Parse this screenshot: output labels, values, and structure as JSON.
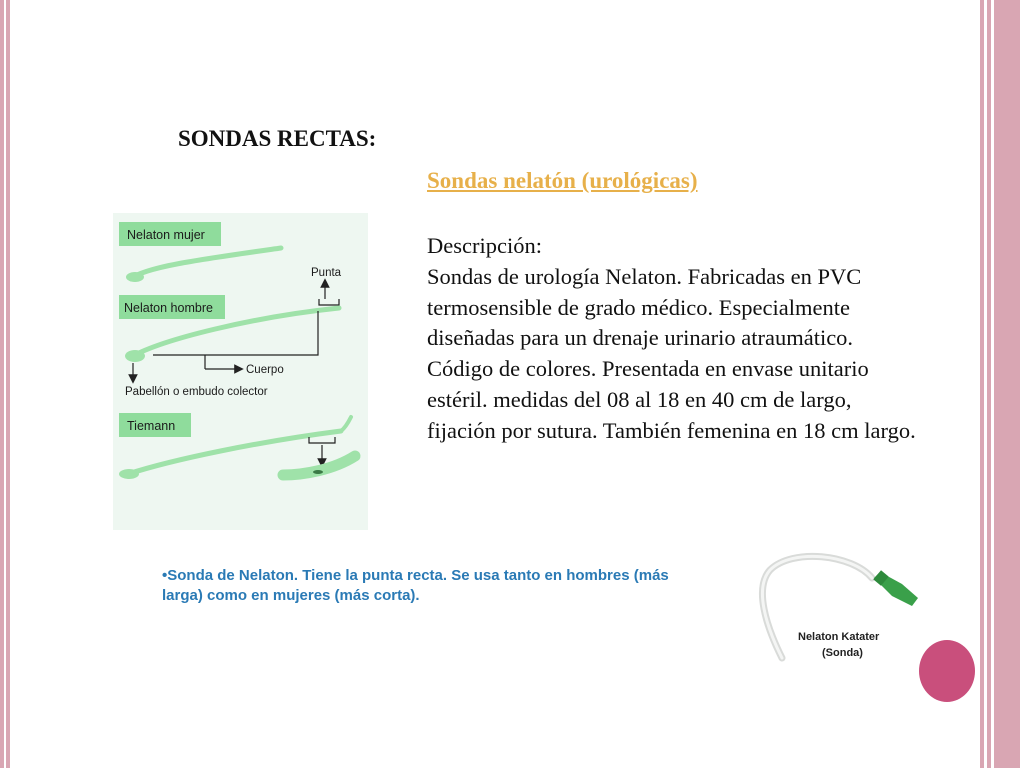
{
  "slide": {
    "title": "SONDAS RECTAS:",
    "subtitle": "Sondas nelatón (urológicas)",
    "description_label": "Descripción:",
    "description_text": "Sondas de urología Nelaton. Fabricadas en PVC termosensible de grado médico. Especialmente diseñadas para un drenaje urinario atraumático. Código de colores. Presentada en envase unitario estéril. medidas del 08 al 18 en 40 cm de largo, fijación por sutura. También femenina en 18 cm largo.",
    "bullet": "•Sonda de Nelaton. Tiene la punta recta. Se usa tanto en hombres (más larga) como en mujeres (más corta)."
  },
  "diagram": {
    "label_mujer": "Nelaton mujer",
    "label_hombre": "Nelaton hombre",
    "label_tiemann": "Tiemann",
    "label_punta": "Punta",
    "label_cuerpo": "Cuerpo",
    "label_pabellon": "Pabellón o embudo colector"
  },
  "photo": {
    "caption_line1": "Nelaton Katater",
    "caption_line2": "(Sonda)"
  },
  "colors": {
    "frame_pink": "#d9a6b3",
    "accent_magenta": "#c94f7c",
    "subtitle_gold": "#e7b04a",
    "bullet_blue": "#2a7ab5",
    "tag_green": "#8fdc9c"
  }
}
